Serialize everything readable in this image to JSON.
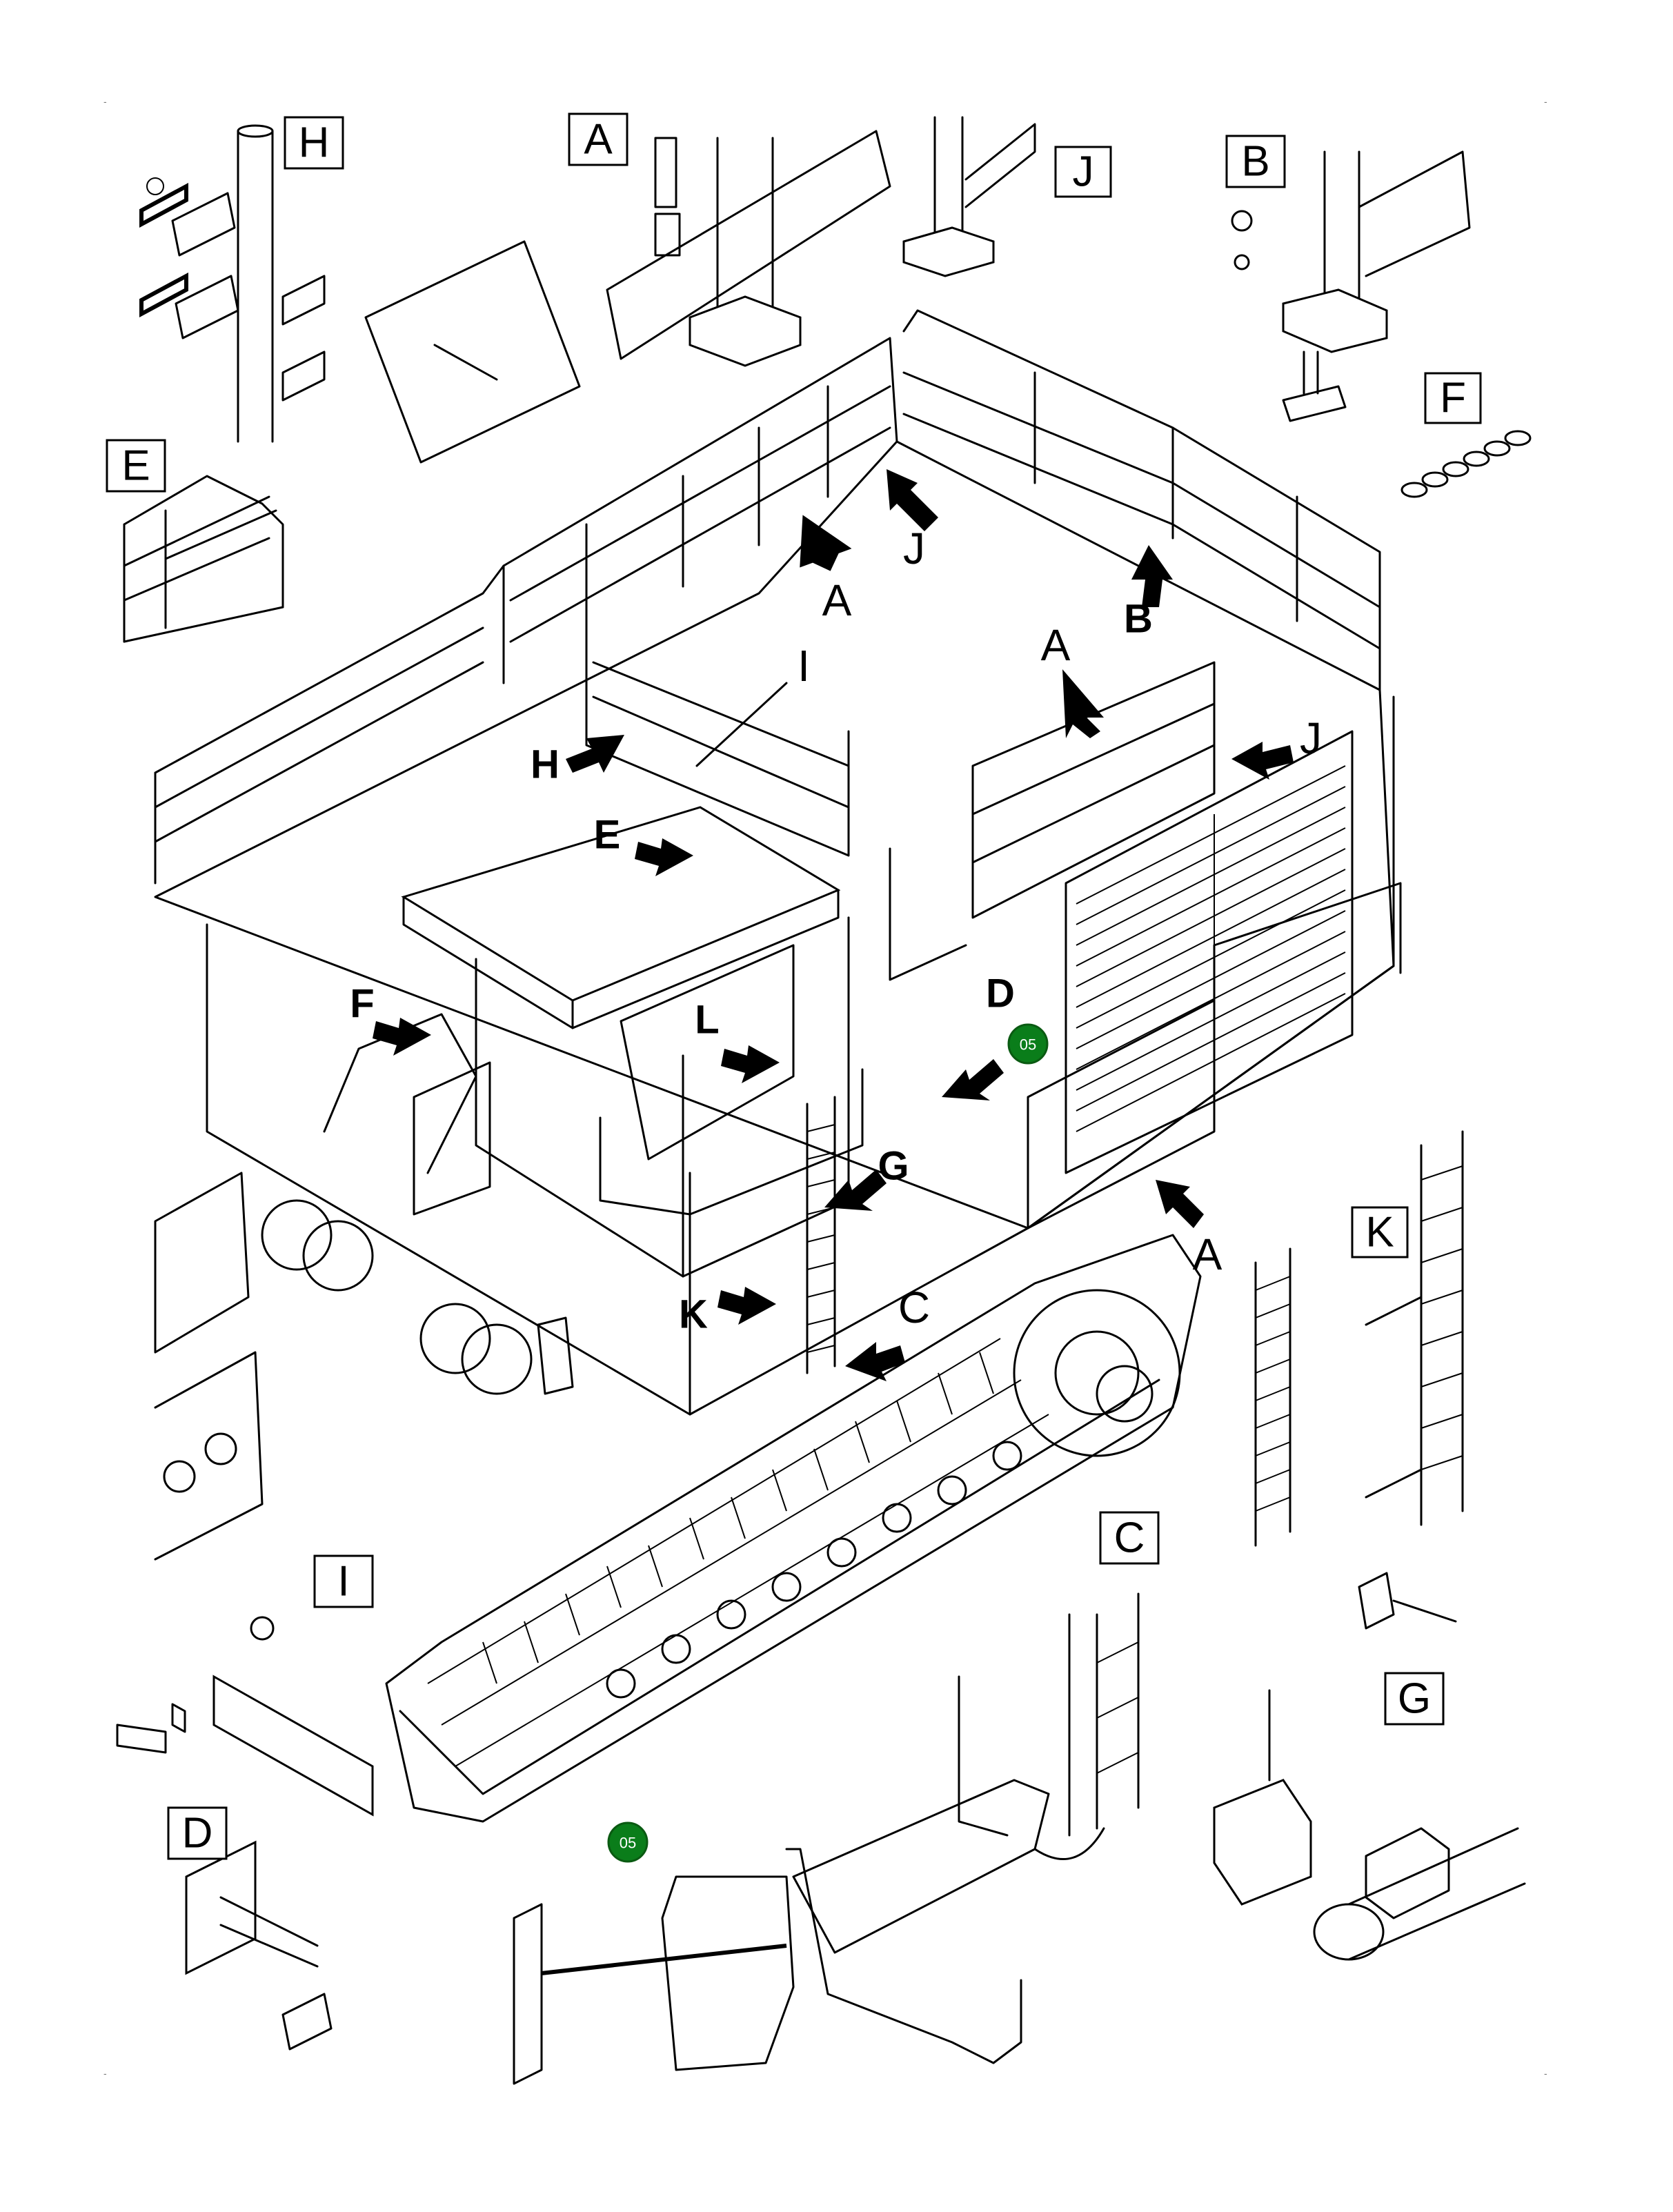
{
  "detail_labels": {
    "H": "H",
    "A": "A",
    "J": "J",
    "B": "B",
    "F": "F",
    "E": "E",
    "K": "K",
    "I": "I",
    "C": "C",
    "G": "G",
    "D": "D"
  },
  "callouts": {
    "A_top": "A",
    "J_top": "J",
    "B_top": "B",
    "A_mid": "A",
    "J_right": "J",
    "I_mid": "I",
    "H_mid": "H",
    "E_mid": "E",
    "F_mid": "F",
    "L_mid": "L",
    "D_mid": "D",
    "G_mid": "G",
    "K_mid": "K",
    "C_mid": "C",
    "A_low": "A"
  },
  "badges": {
    "upper": "05",
    "lower": "05"
  },
  "corner_marks": {
    "tl": "-",
    "tr": "-",
    "bl": "-",
    "br": "-"
  }
}
